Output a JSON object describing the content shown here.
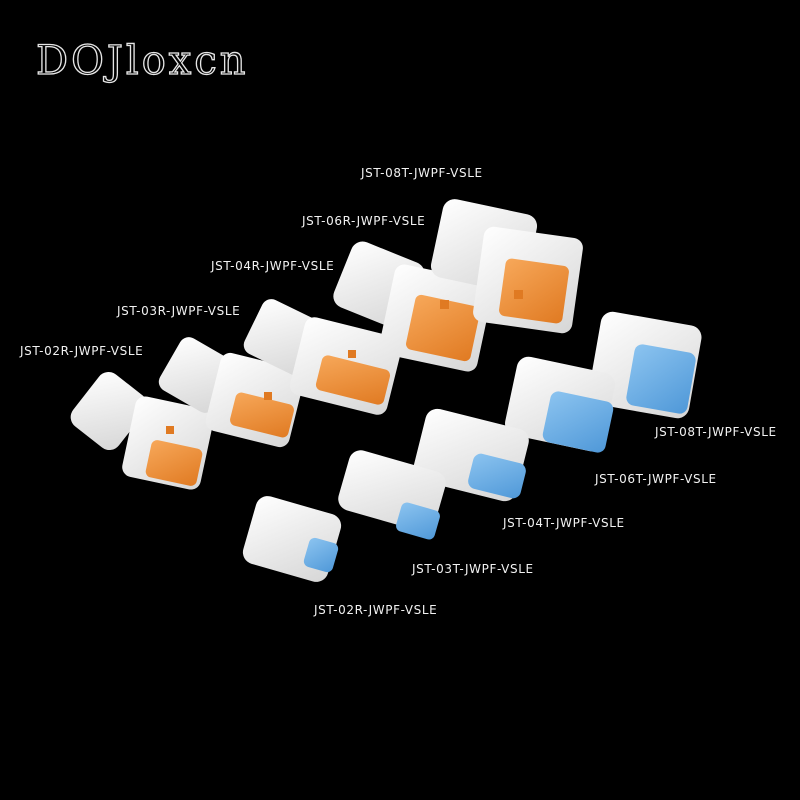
{
  "brand": {
    "logo_text": "DOJloxcn"
  },
  "labels": {
    "r02": "JST-02R-JWPF-VSLE",
    "r03": "JST-03R-JWPF-VSLE",
    "r04": "JST-04R-JWPF-VSLE",
    "r06": "JST-06R-JWPF-VSLE",
    "t08_top": "JST-08T-JWPF-VSLE",
    "t08": "JST-08T-JWPF-VSLE",
    "t06": "JST-06T-JWPF-VSLE",
    "t04": "JST-04T-JWPF-VSLE",
    "t03": "JST-03T-JWPF-VSLE",
    "r02_bottom": "JST-02R-JWPF-VSLE"
  },
  "colors": {
    "background": "#000000",
    "housing": "#f2f2f2",
    "receptacle_insert": "#f0923a",
    "tab_insert": "#6aaee8"
  }
}
